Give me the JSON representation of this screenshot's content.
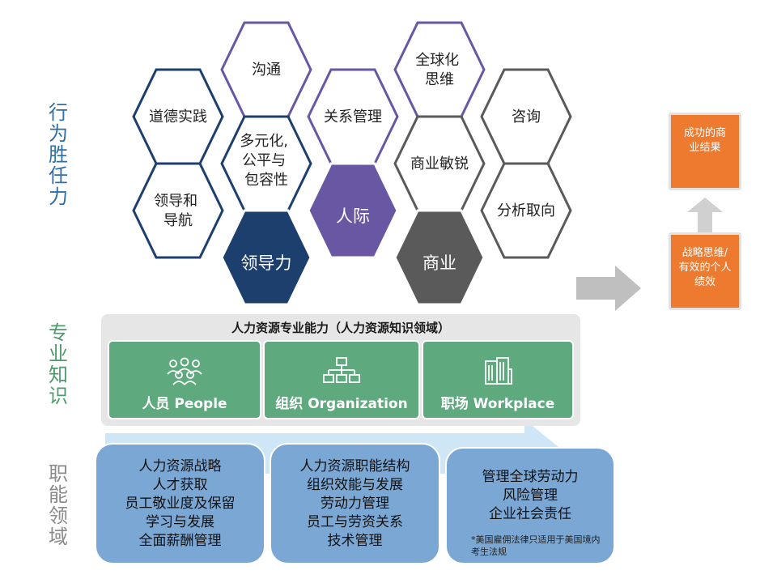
{
  "left_labels": {
    "behavioral": "行为胜任力",
    "knowledge": "专业知识",
    "functional": "职能领域"
  },
  "hexagons": {
    "outlined": [
      {
        "id": "communication",
        "lines": [
          "沟通"
        ]
      },
      {
        "id": "global-mindset",
        "lines": [
          "全球化",
          "思维"
        ]
      },
      {
        "id": "ethical-practice",
        "lines": [
          "道德实践"
        ]
      },
      {
        "id": "relationship-mgmt",
        "lines": [
          "关系管理"
        ]
      },
      {
        "id": "consultation",
        "lines": [
          "咨询"
        ]
      },
      {
        "id": "dei",
        "lines": [
          "多元化,",
          "公平与",
          "包容性"
        ]
      },
      {
        "id": "business-acumen",
        "lines": [
          "商业敏锐"
        ]
      },
      {
        "id": "leadership-navigation",
        "lines": [
          "领导和",
          "导航"
        ]
      },
      {
        "id": "analytical-aptitude",
        "lines": [
          "分析取向"
        ]
      }
    ],
    "filled": [
      {
        "id": "interpersonal",
        "label": "人际",
        "color": "#6a57a3"
      },
      {
        "id": "leadership",
        "label": "领导力",
        "color": "#1d3f6e"
      },
      {
        "id": "business",
        "label": "商业",
        "color": "#5a5a5a"
      }
    ]
  },
  "knowledge_panel": {
    "title": "人力资源专业能力（人力资源知识领域）",
    "cards": [
      {
        "icon": "people-icon",
        "label": "人员 People"
      },
      {
        "icon": "org-chart-icon",
        "label": "组织 Organization"
      },
      {
        "icon": "building-icon",
        "label": "职场 Workplace"
      }
    ]
  },
  "functional_boxes": [
    {
      "lines": [
        "人力资源战略",
        "人才获取",
        "员工敬业度及保留",
        "学习与发展",
        "全面薪酬管理"
      ]
    },
    {
      "lines": [
        "人力资源职能结构",
        "组织效能与发展",
        "劳动力管理",
        "员工与劳资关系",
        "技术管理"
      ]
    },
    {
      "lines": [
        "管理全球劳动力",
        "风险管理",
        "企业社会责任"
      ],
      "note": "*美国雇佣法律只适用于美国境内考生法规"
    }
  ],
  "outcomes": {
    "top": "成功的商业结果",
    "bottom": "战略思维/有效的个人绩效"
  },
  "colors": {
    "behavioral_label": "#2e6fa7",
    "knowledge_label": "#4f9a6c",
    "functional_label": "#8a8a8a",
    "purple_outline": "#6a57a3",
    "blue_outline": "#1d3f6e",
    "gray_outline": "#5a5a5a",
    "card_green": "#5fa97f",
    "func_blue": "#7ba7d4",
    "orange": "#ee7a30"
  }
}
